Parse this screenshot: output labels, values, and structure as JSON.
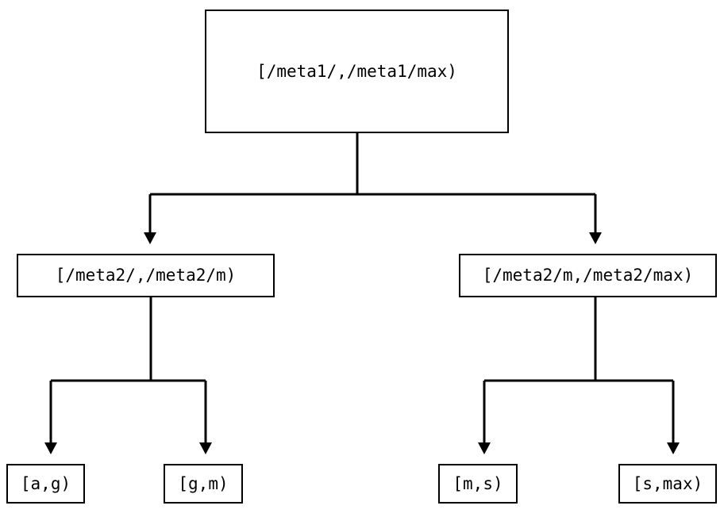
{
  "diagram": {
    "type": "tree",
    "title": "",
    "background_color": "#ffffff",
    "line_color": "#000000",
    "text_color": "#000000",
    "nodes": {
      "root": {
        "label": "[/meta1/,/meta1/max)"
      },
      "mid_left": {
        "label": "[/meta2/,/meta2/m)"
      },
      "mid_right": {
        "label": "[/meta2/m,/meta2/max)"
      },
      "leaf_ag": {
        "label": "[a,g)"
      },
      "leaf_gm": {
        "label": "[g,m)"
      },
      "leaf_ms": {
        "label": "[m,s)"
      },
      "leaf_smax": {
        "label": "[s,max)"
      }
    },
    "edges": [
      {
        "from": "root",
        "to": "mid_left",
        "arrow": "down"
      },
      {
        "from": "root",
        "to": "mid_right",
        "arrow": "down"
      },
      {
        "from": "mid_left",
        "to": "leaf_ag",
        "arrow": "down"
      },
      {
        "from": "mid_left",
        "to": "leaf_gm",
        "arrow": "down"
      },
      {
        "from": "mid_right",
        "to": "leaf_ms",
        "arrow": "down"
      },
      {
        "from": "mid_right",
        "to": "leaf_smax",
        "arrow": "down"
      }
    ]
  }
}
